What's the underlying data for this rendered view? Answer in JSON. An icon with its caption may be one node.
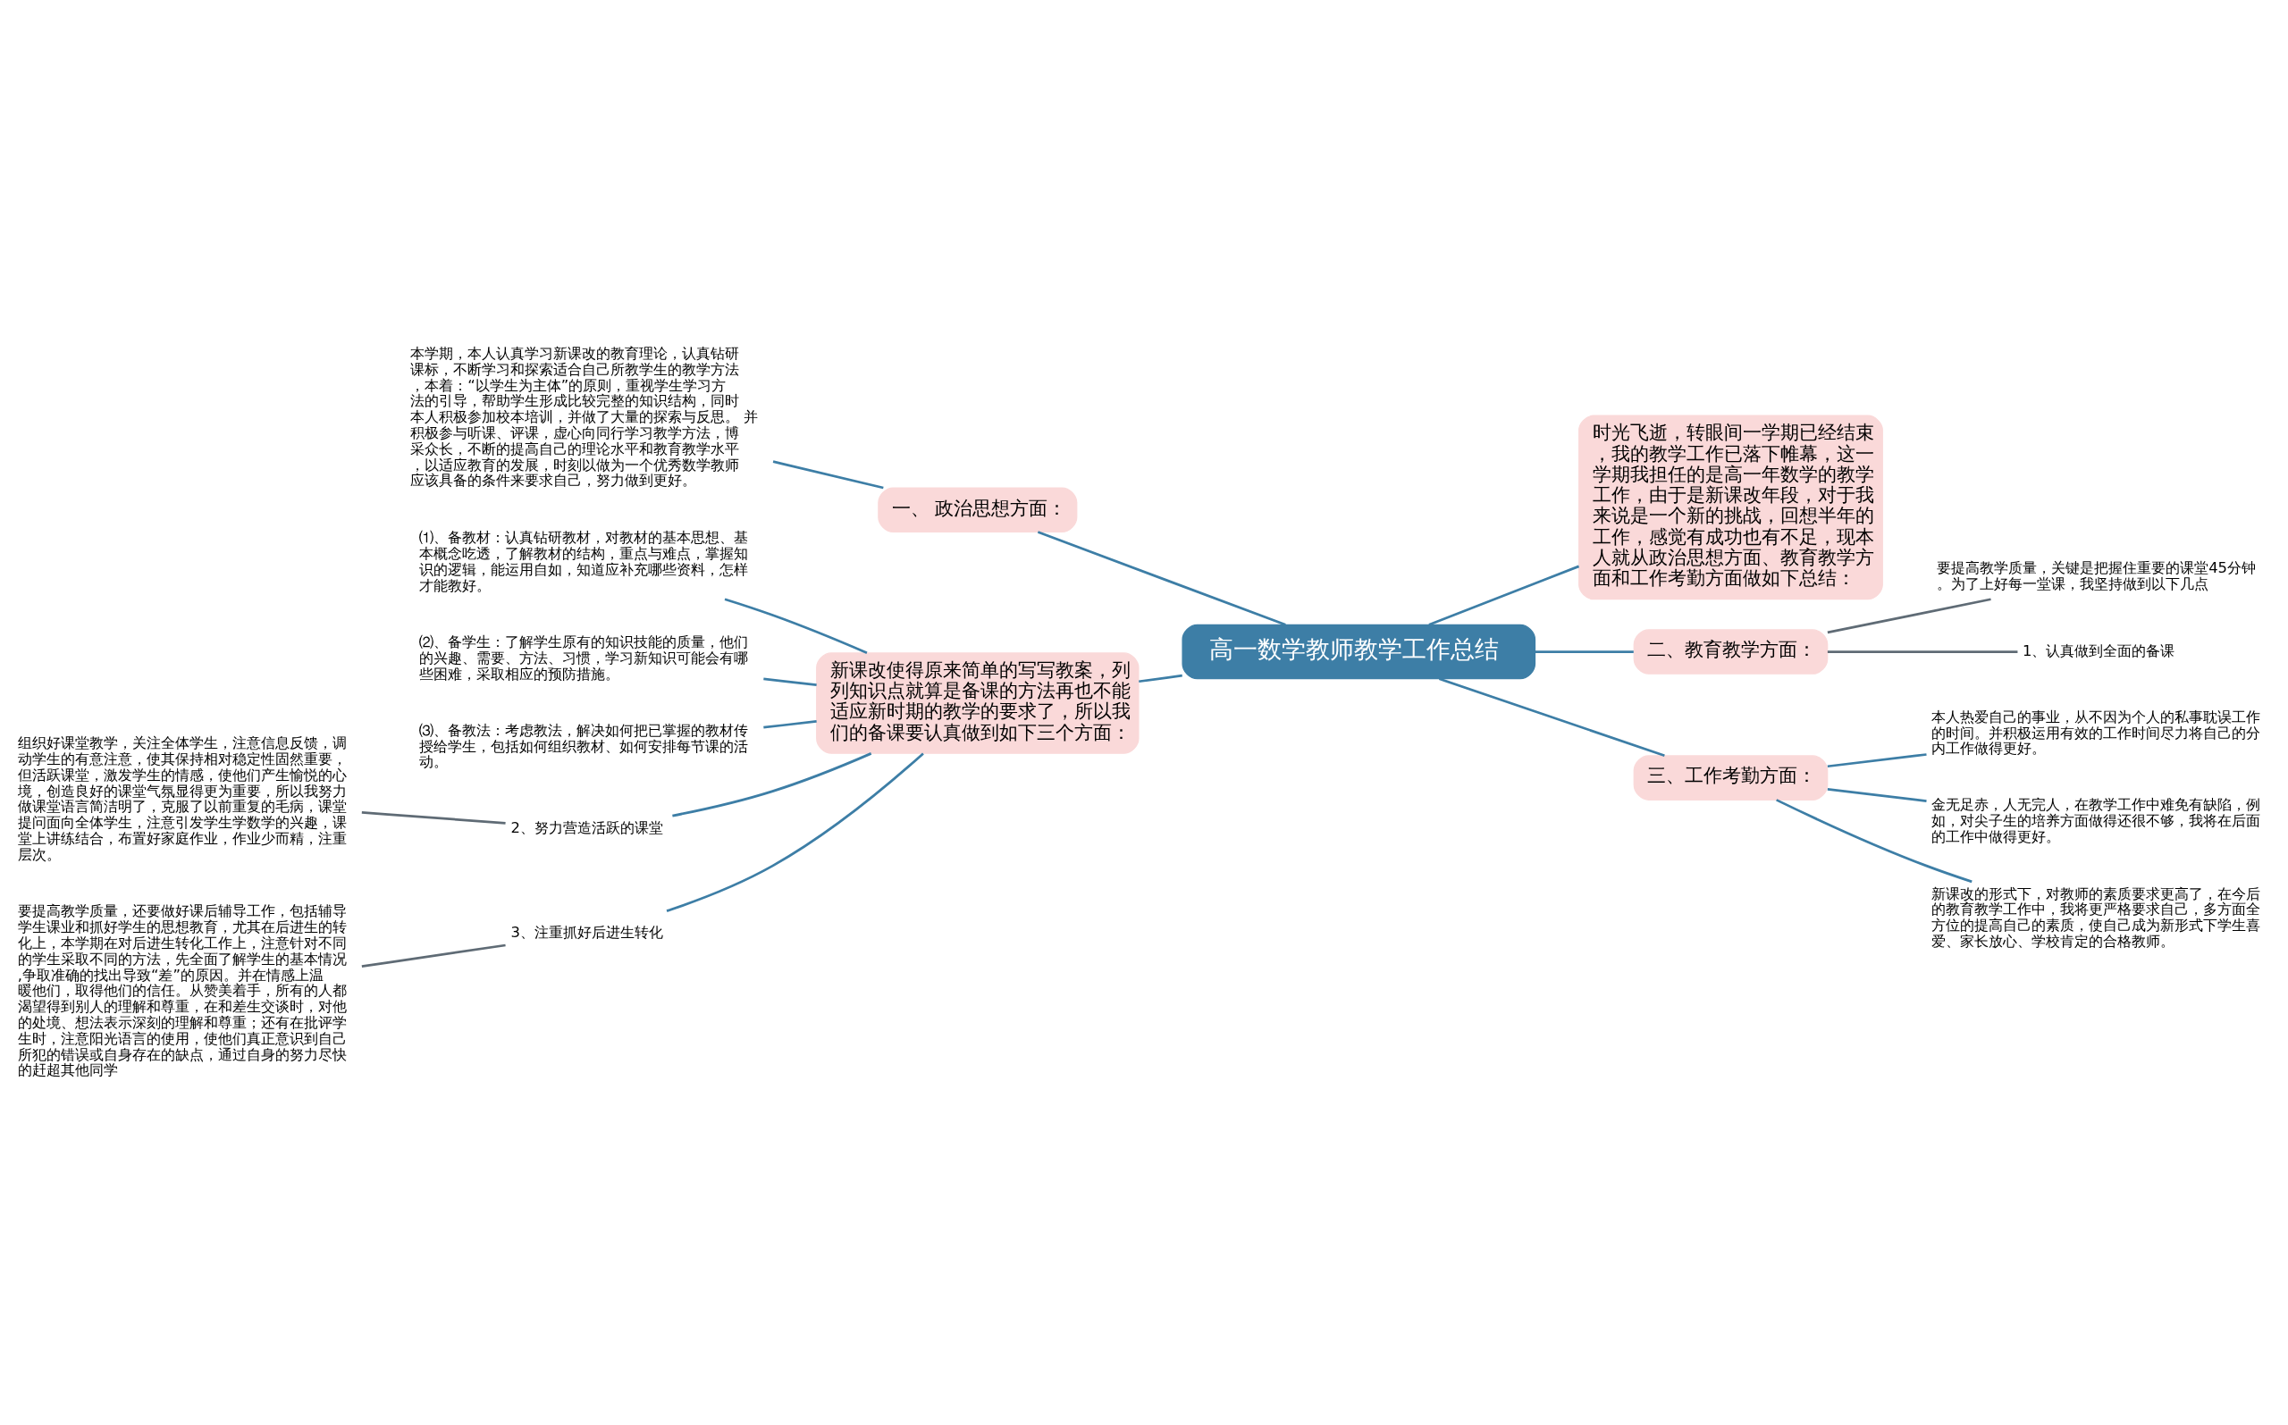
{
  "diagram": {
    "nodes": [
      {
        "text": [
          "高一数学教师教学工作总结"
        ]
      },
      {
        "text": [
          "一、 政治思想方面："
        ]
      },
      {
        "text": [
          "本学期，本人认真学习新课改的教育理论，认真钻研课标，不断学习和探索适合自己所教学生的教学方法，本着：“以学生为主体”的原则，重视学生学习方法的引导，帮助学生形成比较完整的知识结构，同时本人积极参加校本培训，并做了大量的探索与反思。 并积极参与听课、评课，虚心向同行学习教学方法，博采众长，不断的提高自己的理论水平和教育教学水平，以适应教育的发展，时刻以做为一个优秀数学教师应该具备的条件来要求自己，努力做到更好。"
        ]
      },
      {
        "text": [
          "新课改使得原来简单的写写教案，列列知识点就算是备课的方法再也不能适应新时期的教学的要求了，所以我们的备课要认真做到如下三个方面："
        ]
      },
      {
        "text": [
          "⑴、备教材：认真钻研教材，对教材的基本思想、基本概念吃透，了解教材的结构，重点与难点，掌握知识的逻辑，能运用自如，知道应补充哪些资料，怎样才能教好。"
        ]
      },
      {
        "text": [
          "⑵、备学生：了解学生原有的知识技能的质量，他们的兴趣、需要、方法、习惯，学习新知识可能会有哪些困难，采取相应的预防措施。"
        ]
      },
      {
        "text": [
          "⑶、备教法：考虑教法，解决如何把已掌握的教材传授给学生，包括如何组织教材、如何安排每节课的活动。"
        ]
      },
      {
        "text": [
          "2、努力营造活跃的课堂"
        ]
      },
      {
        "text": [
          "组织好课堂教学，关注全体学生，注意信息反馈，调动学生的有意注意，使其保持相对稳定性固然重要，但活跃课堂，激发学生的情感，使他们产生愉悦的心境，创造良好的课堂气氛显得更为重要，所以我努力做课堂语言简洁明了，克服了以前重复的毛病，课堂提问面向全体学生，注意引发学生学数学的兴趣，课堂上讲练结合，布置好家庭作业，作业少而精，注重层次。"
        ]
      },
      {
        "text": [
          "3、注重抓好后进生转化"
        ]
      },
      {
        "text": [
          "要提高教学质量，还要做好课后辅导工作，包括辅导学生课业和抓好学生的思想教育，尤其在后进生的转化上，本学期在对后进生转化工作上，注意针对不同的学生采取不同的方法，先全面了解学生的基本情况,争取准确的找出导致“差”的原因。并在情感上温暖他们，取得他们的信任。从赞美着手，所有的人都渴望得到别人的理解和尊重，在和差生交谈时，对他的处境、想法表示深刻的理解和尊重；还有在批评学生时，注意阳光语言的使用，使他们真正意识到自己所犯的错误或自身存在的缺点，通过自身的努力尽快的赶超其他同学"
        ]
      },
      {
        "text": [
          "时光飞逝，转眼间一学期已经结束，我的教学工作已落下帷幕，这一学期我担任的是高一年数学的教学工作，由于是新课改年段，对于我来说是一个新的挑战，回想半年的工作，感觉有成功也有不足，现本人就从政治思想方面、教育教学方面和工作考勤方面做如下总结："
        ]
      },
      {
        "text": [
          "二、教育教学方面："
        ]
      },
      {
        "text": [
          "要提高教学质量，关键是把握住重要的课堂45分钟。为了上好每一堂课，我坚持做到以下几点"
        ]
      },
      {
        "text": [
          "1、认真做到全面的备课"
        ]
      },
      {
        "text": [
          "三、工作考勤方面："
        ]
      },
      {
        "text": [
          "本人热爱自己的事业，从不因为个人的私事耽误工作的时间。并积极运用有效的工作时间尽力将自己的分内工作做得更好。"
        ]
      },
      {
        "text": [
          "金无足赤，人无完人，在教学工作中难免有缺陷，例如，对尖子生的培养方面做得还很不够，我将在后面的工作中做得更好。"
        ]
      },
      {
        "text": [
          "新课改的形式下，对教师的素质要求更高了，在今后的教育教学工作中，我将更严格要求自己，多方面全方位的提高自己的素质，使自己成为新形式下学生喜爱、家长放心、学校肯定的合格教师。"
        ]
      }
    ],
    "edges": [
      {
        "from": 0,
        "to": 1,
        "arrow": "none"
      },
      {
        "from": 1,
        "to": 2,
        "arrow": "none"
      },
      {
        "from": 0,
        "to": 3,
        "arrow": "none"
      },
      {
        "from": 3,
        "to": 4,
        "arrow": "none"
      },
      {
        "from": 3,
        "to": 5,
        "arrow": "none"
      },
      {
        "from": 3,
        "to": 6,
        "arrow": "none"
      },
      {
        "from": 3,
        "to": 7,
        "arrow": "none"
      },
      {
        "from": 7,
        "to": 8,
        "arrow": "none",
        "color": "#5f6b75"
      },
      {
        "from": 3,
        "to": 9,
        "arrow": "none"
      },
      {
        "from": 9,
        "to": 10,
        "arrow": "none",
        "color": "#5f6b75"
      },
      {
        "from": 0,
        "to": 11,
        "arrow": "none"
      },
      {
        "from": 0,
        "to": 12,
        "arrow": "none"
      },
      {
        "from": 12,
        "to": 13,
        "arrow": "none",
        "color": "#5f6b75"
      },
      {
        "from": 12,
        "to": 14,
        "arrow": "none",
        "color": "#5f6b75"
      },
      {
        "from": 0,
        "to": 15,
        "arrow": "none"
      },
      {
        "from": 15,
        "to": 16,
        "arrow": "none"
      },
      {
        "from": 15,
        "to": 17,
        "arrow": "none"
      },
      {
        "from": 15,
        "to": 18,
        "arrow": "none"
      }
    ]
  }
}
